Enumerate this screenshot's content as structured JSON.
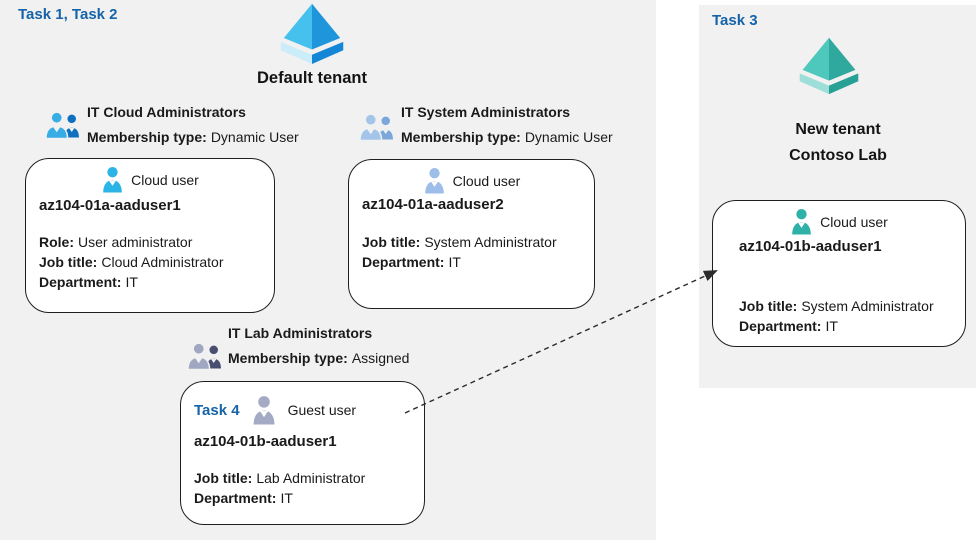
{
  "colors": {
    "task_blue": "#1563a8",
    "panel_bg": "#f1f1f1",
    "border_dark": "#1f1f1f",
    "text": "#1a1a1a",
    "arrow": "#2b2b2b",
    "user_cyan": "#2cb4e6",
    "user_steel": "#9dbee8",
    "user_gray": "#a4aac4",
    "user_teal": "#2eb1a7",
    "group1_front": "#36ade4",
    "group1_back": "#1070c0",
    "group2_front": "#a4c4ea",
    "group2_back": "#7ba7db",
    "group3_front": "#a0a7c0",
    "group3_back": "#474e70",
    "tenant_blue_left": "#46c1ee",
    "tenant_blue_right": "#1f96dc",
    "tenant_blue_band_left": "#cbedfa",
    "tenant_blue_band_right": "#1585d5",
    "tenant_teal_left": "#4ec7bd",
    "tenant_teal_right": "#2fa89d",
    "tenant_teal_band_left": "#9ddfd8",
    "tenant_teal_band_right": "#27a196"
  },
  "left_panel": {
    "task_label": "Task 1, Task 2",
    "tenant_name": "Default tenant",
    "groups": {
      "cloud": {
        "name": "IT Cloud Administrators",
        "membership_label": "Membership type:",
        "membership_value": "Dynamic User"
      },
      "system": {
        "name": "IT System Administrators",
        "membership_label": "Membership type:",
        "membership_value": "Dynamic User"
      },
      "lab": {
        "name": "IT Lab Administrators",
        "membership_label": "Membership type:",
        "membership_value": "Assigned"
      }
    },
    "cards": {
      "user1": {
        "type_label": "Cloud user",
        "username": "az104-01a-aaduser1",
        "fields": [
          {
            "label": "Role:",
            "value": "User administrator"
          },
          {
            "label": "Job title:",
            "value": "Cloud Administrator"
          },
          {
            "label": "Department:",
            "value": "IT"
          }
        ]
      },
      "user2": {
        "type_label": "Cloud user",
        "username": "az104-01a-aaduser2",
        "fields": [
          {
            "label": "Job title:",
            "value": "System Administrator"
          },
          {
            "label": "Department:",
            "value": "IT"
          }
        ]
      },
      "guest": {
        "task_label": "Task 4",
        "type_label": "Guest user",
        "username": "az104-01b-aaduser1",
        "fields": [
          {
            "label": "Job title:",
            "value": "Lab Administrator"
          },
          {
            "label": "Department:",
            "value": "IT"
          }
        ]
      }
    }
  },
  "right_panel": {
    "task_label": "Task 3",
    "tenant_name_line1": "New tenant",
    "tenant_name_line2": "Contoso Lab",
    "card": {
      "type_label": "Cloud user",
      "username": "az104-01b-aaduser1",
      "fields": [
        {
          "label": "Job title:",
          "value": "System Administrator"
        },
        {
          "label": "Department:",
          "value": "IT"
        }
      ]
    }
  }
}
